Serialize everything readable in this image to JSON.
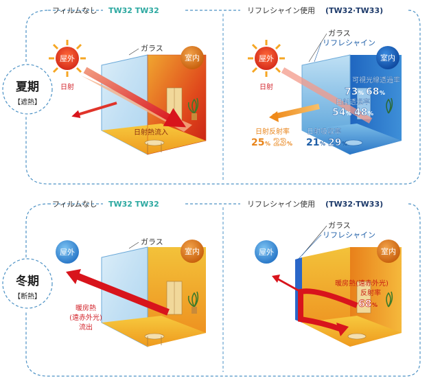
{
  "colors": {
    "dashed_border": "#4a90c4",
    "header_text": "#333333",
    "tw_accent": "#2ba8a0",
    "tw_dark": "#1d3a6a",
    "red_text": "#d2232a",
    "orange_text": "#e8841a",
    "blue_text": "#1f5fa8",
    "sun_outer": "#f5a623",
    "indoor_ball": "#d97a1a",
    "outdoor_ball_winter": "#3a8fd8",
    "indoor_ball_summer_right": "#1a66c4"
  },
  "summer": {
    "season_label": "夏期",
    "season_sub": "【遮熱】",
    "left": {
      "header": "フィルムなし",
      "tw": "TW32 TW32",
      "outdoor": "屋外",
      "indoor": "室内",
      "glass": "ガラス",
      "sun_label": "日射",
      "inflow_label": "日射熱流入"
    },
    "right": {
      "header": "リフレシャイン使用",
      "tw": "(TW32·TW33)",
      "outdoor": "屋外",
      "indoor": "室内",
      "glass": "ガラス",
      "film": "リフレシャイン",
      "sun_label": "日射",
      "visible_label": "可視光線透過率",
      "visible_v1": "73",
      "visible_v2": "68",
      "solar_trans_label": "日射透過率",
      "solar_trans_v1": "54",
      "solar_trans_v2": "48",
      "reflect_label": "日射反射率",
      "reflect_v1": "25",
      "reflect_v2": "23",
      "absorb_label": "日射吸収率",
      "absorb_v1": "21",
      "absorb_v2": "29",
      "pct": "%"
    }
  },
  "winter": {
    "season_label": "冬期",
    "season_sub": "【断熱】",
    "left": {
      "header": "フィルムなし",
      "tw": "TW32 TW32",
      "outdoor": "屋外",
      "indoor": "室内",
      "glass": "ガラス",
      "heat_label_1": "暖房熱",
      "heat_label_2": "(遠赤外光)",
      "heat_label_3": "流出"
    },
    "right": {
      "header": "リフレシャイン使用",
      "tw": "(TW32·TW33)",
      "outdoor": "屋外",
      "indoor": "室内",
      "glass": "ガラス",
      "film": "リフレシャイン",
      "heat_label_1": "暖房熱(遠赤外光)",
      "heat_label_2": "反射率",
      "heat_value": "68",
      "pct": "%"
    }
  }
}
